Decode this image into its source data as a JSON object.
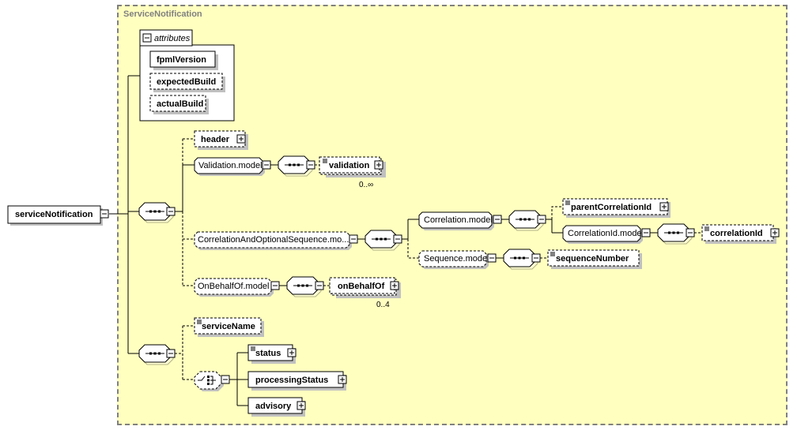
{
  "diagram": {
    "title": "ServiceNotification",
    "root": {
      "label": "serviceNotification"
    },
    "attributes": {
      "label": "attributes",
      "items": [
        {
          "label": "fpmlVersion",
          "required": true
        },
        {
          "label": "expectedBuild",
          "required": false
        },
        {
          "label": "actualBuild",
          "required": false
        }
      ]
    },
    "sequence1": {
      "header": {
        "label": "header",
        "optional": true
      },
      "validation_model": {
        "label": "Validation.model"
      },
      "validation": {
        "label": "validation",
        "cardinality": "0..∞"
      },
      "correlation_seq_model": {
        "label": "CorrelationAndOptionalSequence.mo..."
      },
      "correlation_model": {
        "label": "Correlation.model"
      },
      "parent_correlation_id": {
        "label": "parentCorrelationId"
      },
      "correlation_id_model": {
        "label": "CorrelationId.model"
      },
      "correlation_id": {
        "label": "correlationId"
      },
      "sequence_model": {
        "label": "Sequence.model"
      },
      "sequence_number": {
        "label": "sequenceNumber"
      },
      "on_behalf_of_model": {
        "label": "OnBehalfOf.model"
      },
      "on_behalf_of": {
        "label": "onBehalfOf",
        "cardinality": "0..4"
      }
    },
    "sequence2": {
      "service_name": {
        "label": "serviceName"
      },
      "choice": {
        "items": [
          {
            "label": "status"
          },
          {
            "label": "processingStatus"
          },
          {
            "label": "advisory"
          }
        ]
      }
    }
  }
}
